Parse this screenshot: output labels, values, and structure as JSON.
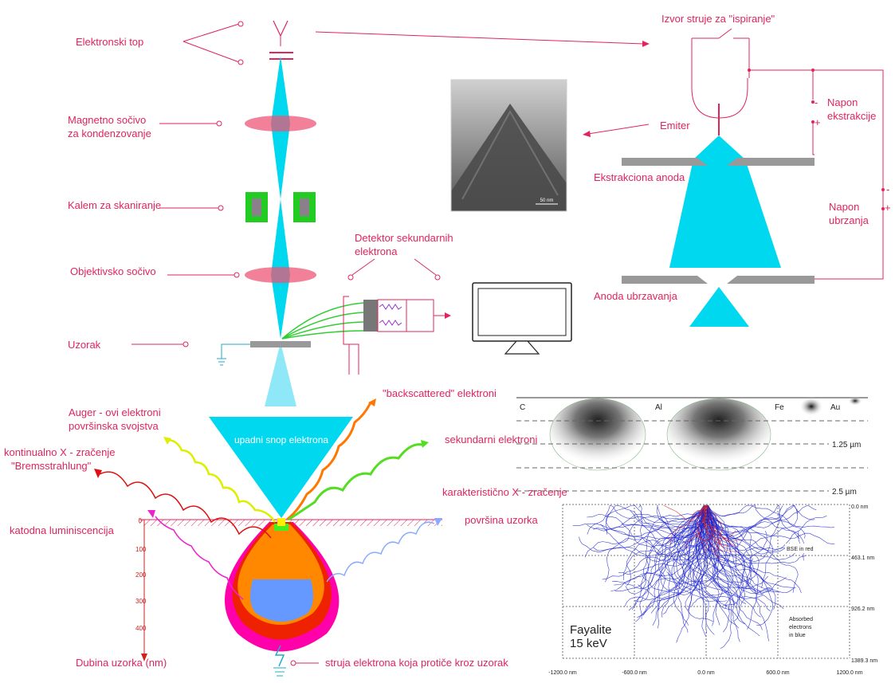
{
  "colors": {
    "label": "#e0245e",
    "beam": "#00d8f0",
    "lens": "#ee5577",
    "coil": "#22cc22",
    "anode": "#999999"
  },
  "column": {
    "gun": "Elektronski top",
    "condenser1": "Magnetno sočivo",
    "condenser2": "za kondenzovanje",
    "scan_coil": "Kalem za skaniranje",
    "objective": "Objektivsko sočivo",
    "sample": "Uzorak",
    "detector1": "Detektor sekundarnih",
    "detector2": "elektrona"
  },
  "emitter": {
    "source": "Izvor struje za \"ispiranje\"",
    "emitter": "Emiter",
    "ext_anode": "Ekstrakciona anoda",
    "acc_anode": "Anoda ubrzavanja",
    "ext_v1": "Napon",
    "ext_v2": "ekstrakcije",
    "acc_v1": "Napon",
    "acc_v2": "ubrzanja",
    "minus": "-",
    "plus": "+",
    "tem_scale": "50 nm"
  },
  "interaction": {
    "incident": "upadni snop elektrona",
    "auger1": "Auger - ovi elektroni",
    "auger2": "površinska svojstva",
    "brems1": "kontinualno X - zračenje",
    "brems2": "\"Bremsstrahlung\"",
    "backscattered": "\"backscattered\" elektroni",
    "secondary": "sekundarni elektroni",
    "char_x": "karakteristično X - zračenje",
    "surface": "površina uzorka",
    "cathodo": "katodna luminiscencija",
    "depth": "Dubina uzorka (nm)",
    "current": "struja elektrona koja protiče kroz uzorak",
    "depth_ticks": [
      "0",
      "100",
      "200",
      "300",
      "400"
    ]
  },
  "simulation": {
    "elements": [
      "C",
      "Al",
      "Fe",
      "Au"
    ],
    "depth_marks": [
      "1.25 µm",
      "2.5 µm"
    ],
    "y_ticks": [
      "0.0 nm",
      "463.1 nm",
      "926.2 nm",
      "1389.3 nm"
    ],
    "x_ticks": [
      "-1200.0 nm",
      "-600.0 nm",
      "0.0 nm",
      "600.0 nm",
      "1200.0 nm"
    ],
    "bse": "BSE in red",
    "absorbed": [
      "Absorbed",
      "electrons",
      "in blue"
    ],
    "material": "Fayalite",
    "energy": "15 keV"
  }
}
